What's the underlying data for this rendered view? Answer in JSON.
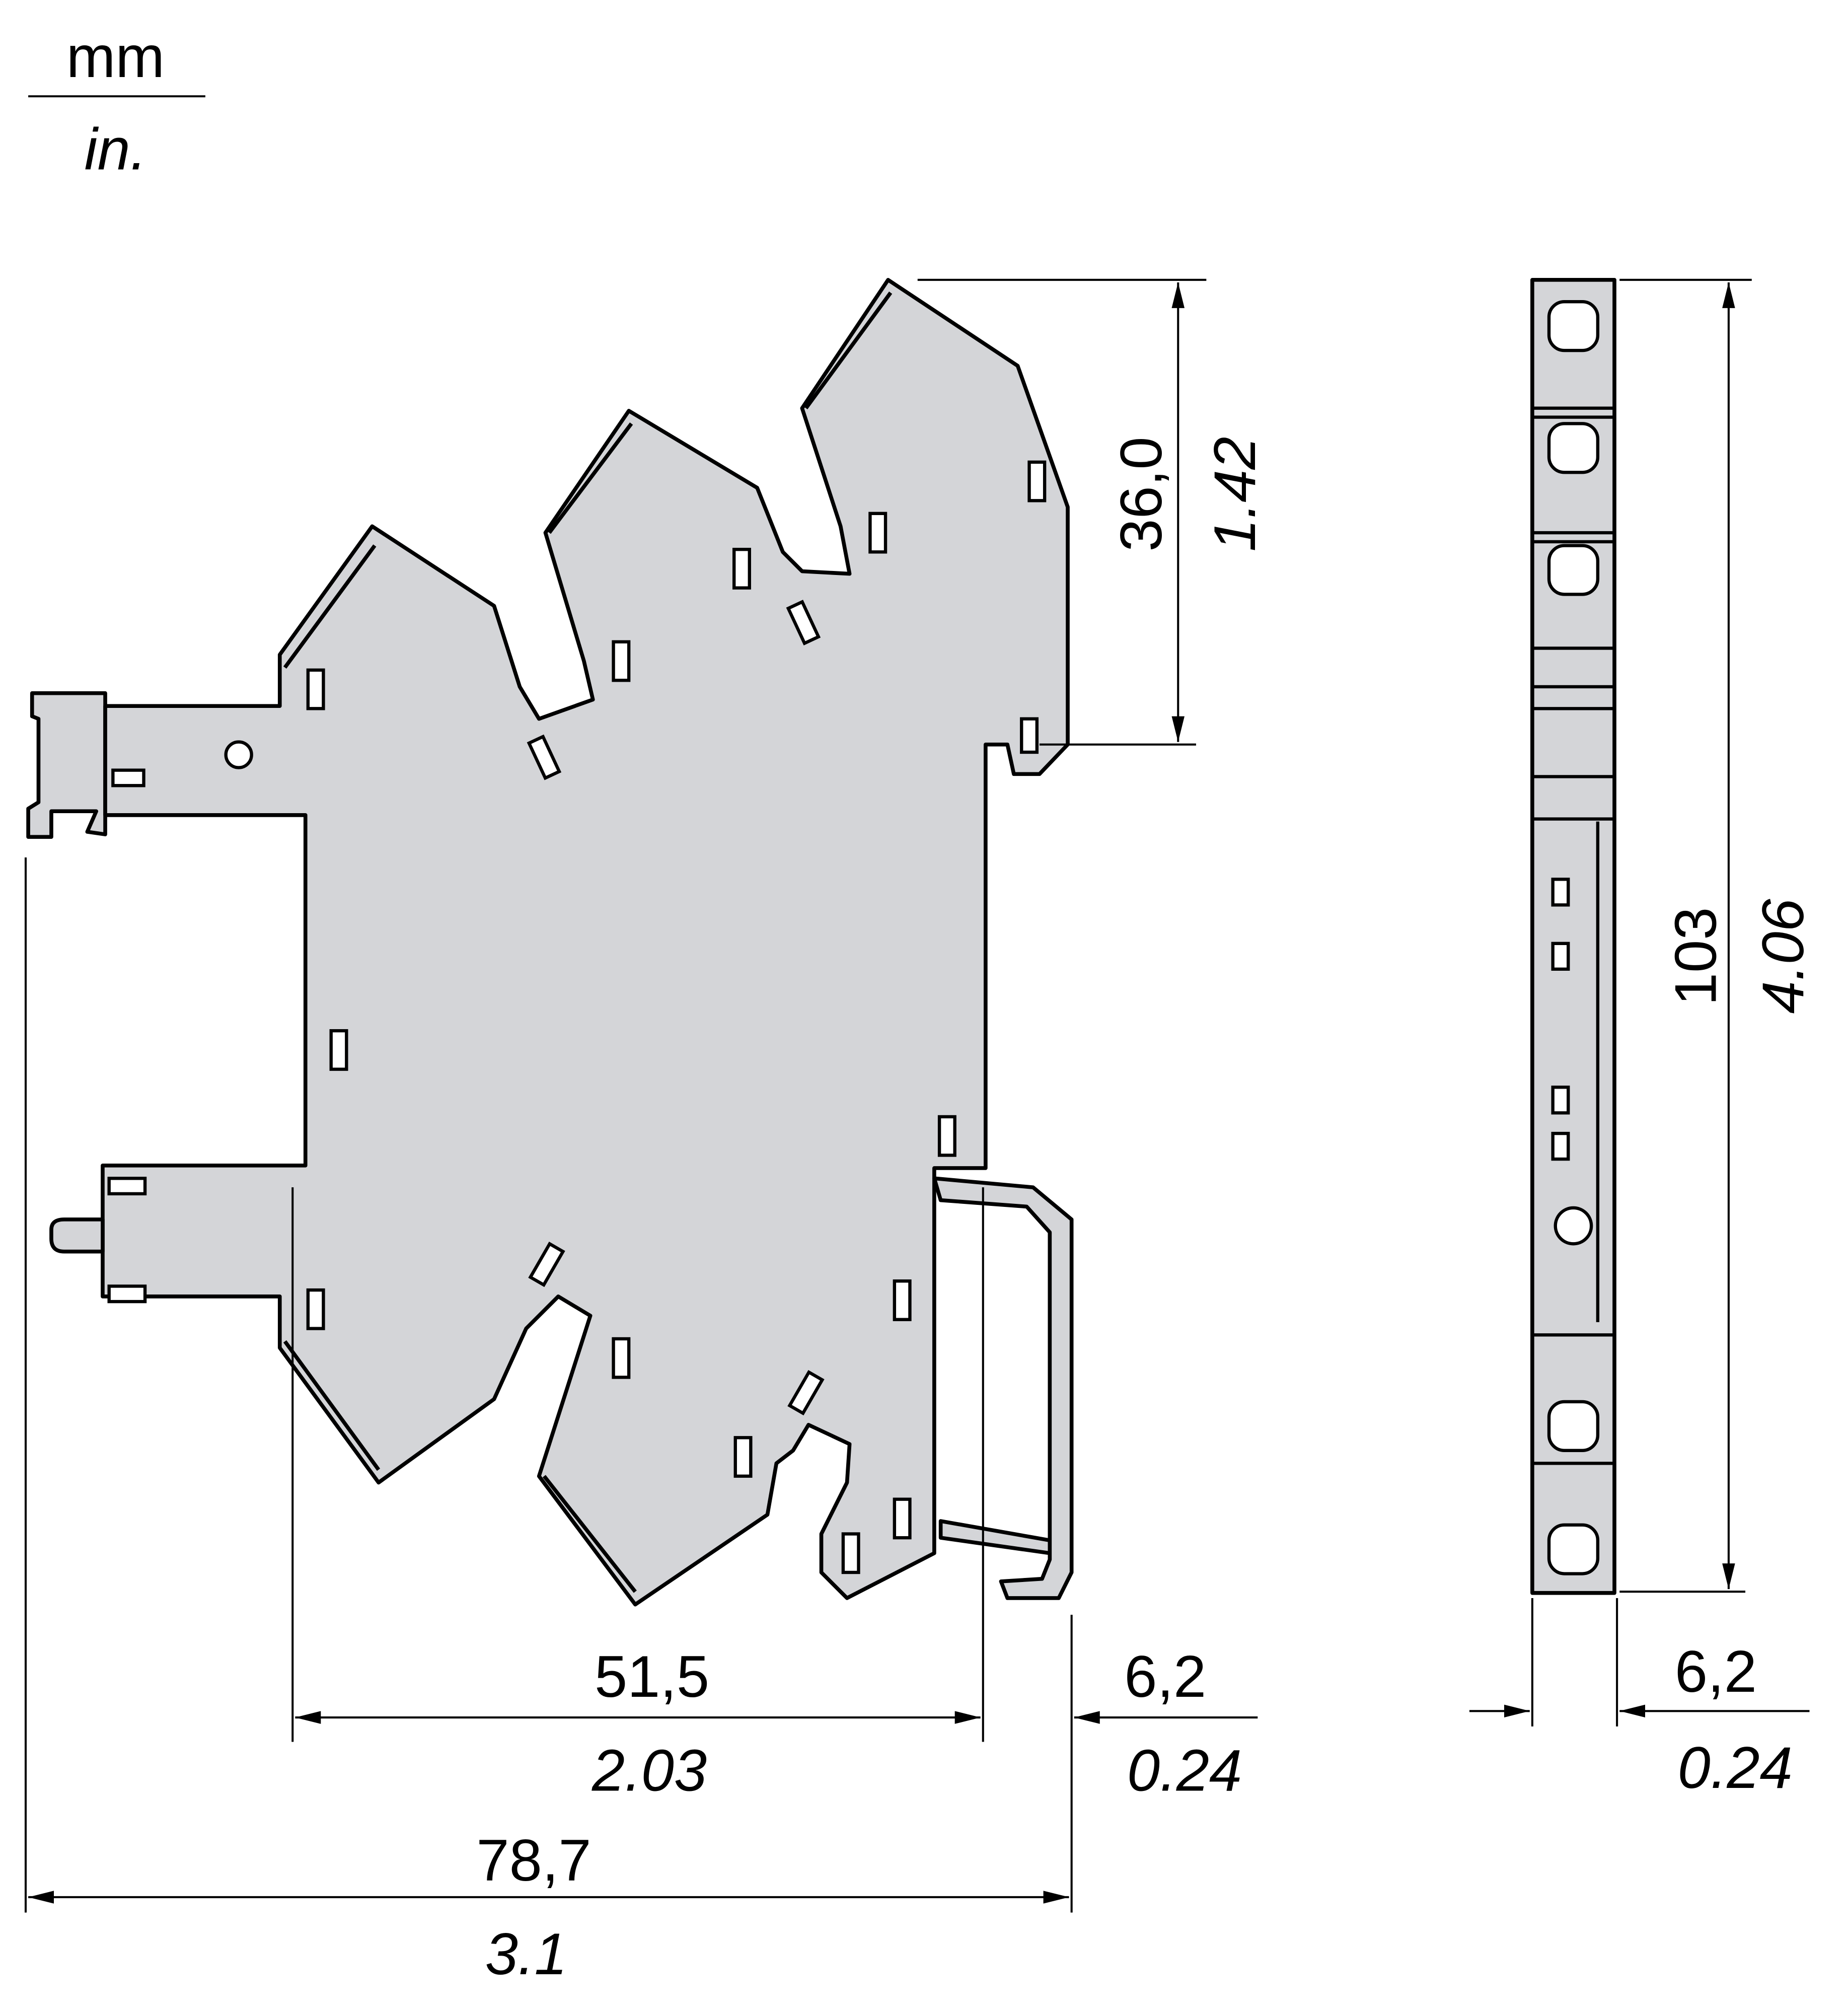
{
  "units": {
    "primary": "mm",
    "secondary": "in."
  },
  "dimensions": {
    "top_height": {
      "mm": "36,0",
      "in": "1.42"
    },
    "total_height": {
      "mm": "103",
      "in": "4.06"
    },
    "body_depth": {
      "mm": "51,5",
      "in": "2.03"
    },
    "rail_depth": {
      "mm": "6,2",
      "in": "0.24"
    },
    "total_depth": {
      "mm": "78,7",
      "in": "3.1"
    },
    "width": {
      "mm": "6,2",
      "in": "0.24"
    }
  },
  "colors": {
    "body": "#d4d5d8",
    "line": "#000000"
  }
}
